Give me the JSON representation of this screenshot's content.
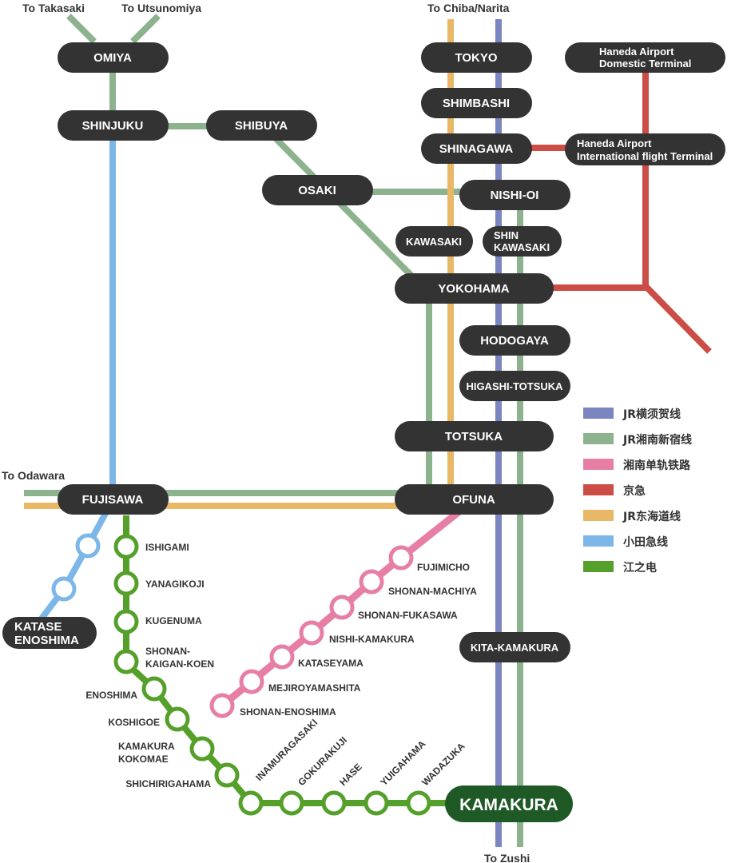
{
  "colors": {
    "yokosuka": "#7b85bf",
    "shonan_shinjuku": "#8db38e",
    "shonan_monorail": "#e67ea6",
    "keikyu": "#cc4d45",
    "tokaido": "#e9b866",
    "odakyu": "#7db7e8",
    "enoden": "#55a02a",
    "station": "#333333",
    "kamakura": "#1f5a26"
  },
  "destinations": {
    "takasaki": "To Takasaki",
    "utsunomiya": "To Utsunomiya",
    "chiba": "To Chiba/Narita",
    "odawara": "To Odawara",
    "zushi": "To Zushi"
  },
  "stations": {
    "omiya": "OMIYA",
    "shinjuku": "SHINJUKU",
    "shibuya": "SHIBUYA",
    "osaki": "OSAKI",
    "tokyo": "TOKYO",
    "shimbashi": "SHIMBASHI",
    "shinagawa": "SHINAGAWA",
    "nishi_oi": "NISHI-OI",
    "kawasaki": "KAWASAKI",
    "shin_kawasaki_1": "SHIN",
    "shin_kawasaki_2": "KAWASAKI",
    "yokohama": "YOKOHAMA",
    "hodogaya": "HODOGAYA",
    "higashi_totsuka": "HIGASHI-TOTSUKA",
    "totsuka": "TOTSUKA",
    "fujisawa": "FUJISAWA",
    "ofuna": "OFUNA",
    "kita_kamakura": "KITA-KAMAKURA",
    "kamakura": "KAMAKURA",
    "katase_1": "KATASE",
    "katase_2": "ENOSHIMA",
    "haneda_dom_1": "Haneda Airport",
    "haneda_dom_2": "Domestic Terminal",
    "haneda_int_1": "Haneda Airport",
    "haneda_int_2": "International flight Terminal"
  },
  "enoden_stations": {
    "ishigami": "ISHIGAMI",
    "yanagikoji": "YANAGIKOJI",
    "kugenuma": "KUGENUMA",
    "shonan_kaigan_1": "SHONAN-",
    "shonan_kaigan_2": "KAIGAN-KOEN",
    "enoshima": "ENOSHIMA",
    "koshigoe": "KOSHIGOE",
    "kamakura_kokomae_1": "KAMAKURA",
    "kamakura_kokomae_2": "KOKOMAE",
    "shichirigahama": "SHICHIRIGAHAMA",
    "inamuragasaki": "INAMURAGASAKI",
    "gokurakuji": "GOKURAKUJI",
    "hase": "HASE",
    "yuigahama": "YUIGAHAMA",
    "wadazuka": "WADAZUKA"
  },
  "monorail_stations": {
    "fujimicho": "FUJIMICHO",
    "shonan_machiya": "SHONAN-MACHIYA",
    "shonan_fukasawa": "SHONAN-FUKASAWA",
    "nishi_kamakura": "NISHI-KAMAKURA",
    "kataseyama": "KATASEYAMA",
    "mejiroyamashita": "MEJIROYAMASHITA",
    "shonan_enoshima": "SHONAN-ENOSHIMA"
  },
  "legend": [
    {
      "label": "JR横须贺线",
      "color": "#7b85bf"
    },
    {
      "label": "JR湘南新宿线",
      "color": "#8db38e"
    },
    {
      "label": "湘南单轨铁路",
      "color": "#e67ea6"
    },
    {
      "label": "京急",
      "color": "#cc4d45"
    },
    {
      "label": "JR东海道线",
      "color": "#e9b866"
    },
    {
      "label": "小田急线",
      "color": "#7db7e8"
    },
    {
      "label": "江之电",
      "color": "#55a02a"
    }
  ]
}
